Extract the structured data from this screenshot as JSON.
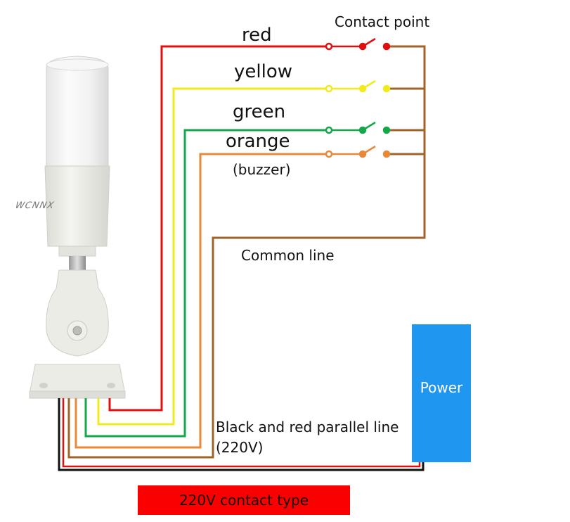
{
  "labels": {
    "contact_point": "Contact point",
    "red": "red",
    "yellow": "yellow",
    "green": "green",
    "orange": "orange",
    "buzzer": "(buzzer)",
    "common_line": "Common line",
    "parallel_line": "Black and red parallel line",
    "parallel_voltage": "(220V)",
    "power": "Power",
    "contact_type": "220V contact type"
  },
  "brand": "WCNNX",
  "colors": {
    "red": "#e01010",
    "yellow": "#f2ea1c",
    "green": "#15a84a",
    "orange": "#e8893a",
    "common": "#a0642a",
    "black": "#111111",
    "power_box": "#1f97f0",
    "banner": "#fb0000"
  }
}
